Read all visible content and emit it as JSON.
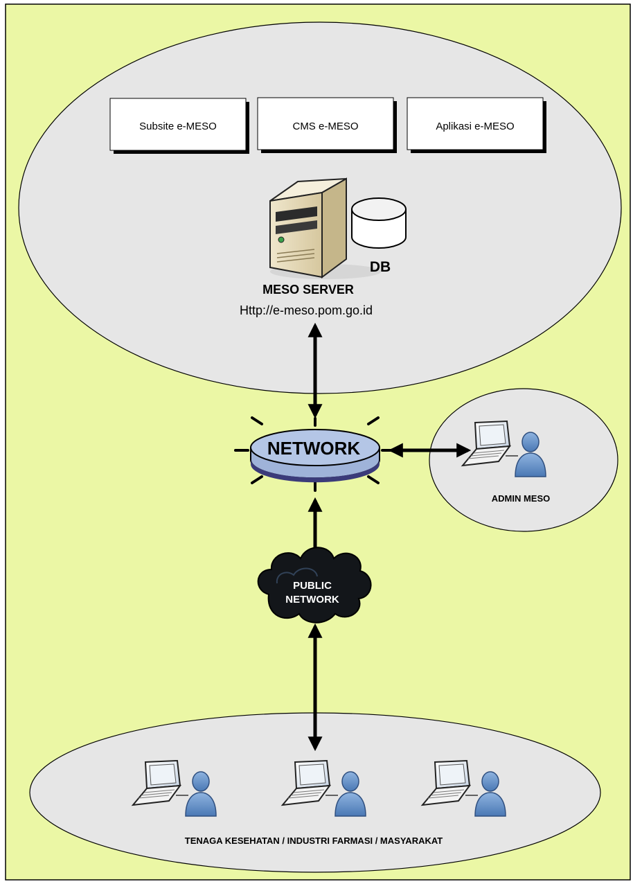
{
  "server_zone": {
    "boxes": [
      {
        "label": "Subsite e-MESO"
      },
      {
        "label": "CMS e-MESO"
      },
      {
        "label": "Aplikasi e-MESO"
      }
    ],
    "db_label": "DB",
    "server_title": "MESO SERVER",
    "server_url": "Http://e-meso.pom.go.id"
  },
  "network_hub": {
    "label": "NETWORK"
  },
  "admin_zone": {
    "label": "ADMIN MESO"
  },
  "public_network": {
    "line1": "PUBLIC",
    "line2": "NETWORK"
  },
  "users_zone": {
    "label": "TENAGA KESEHATAN / INDUSTRI FARMASI / MASYARAKAT"
  },
  "colors": {
    "background": "#ebf7a5",
    "zone_fill": "#e6e6e6",
    "hub_fill": "#a8bde0",
    "hub_band": "#3b3b7a",
    "cloud_fill": "#13161a",
    "person_fill": "#5f8ec8"
  }
}
